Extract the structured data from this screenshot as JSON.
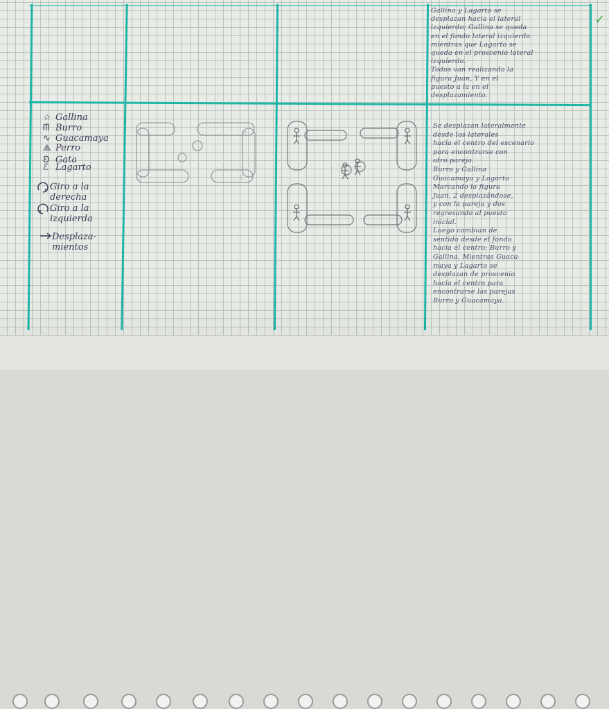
{
  "top_right_note": [
    "Gallina y Lagarto se",
    "desplazan hacia el lateral",
    "izquierdo; Gallina se queda",
    "en el fondo lateral izquierdo",
    "mientras que Lagarto se",
    "queda en el proscenio lateral",
    "izquierdo.",
    "Todos van realizando la",
    "figura Juan, Y en el",
    "puesto a la en el",
    "desplazamiento."
  ],
  "legend": [
    {
      "icon": "star-icon",
      "glyph": "☆",
      "label": "Gallina"
    },
    {
      "icon": "donkey-icon",
      "glyph": "ᗰ",
      "label": "Burro"
    },
    {
      "icon": "parrot-icon",
      "glyph": "∿",
      "label": "Guacamaya"
    },
    {
      "icon": "dog-icon",
      "glyph": "⟁",
      "label": "Perro"
    },
    {
      "icon": "cat-icon",
      "glyph": "Ꞝ",
      "label": "Gata"
    },
    {
      "icon": "lizard-icon",
      "glyph": "ℰ",
      "label": "Lagarto"
    }
  ],
  "turn_right": [
    "Giro a la",
    "derecha"
  ],
  "turn_left": [
    "Giro a la",
    "izquierda"
  ],
  "displacement": [
    "Desplaza-",
    "mientos"
  ],
  "bottom_right_note": [
    "Se desplazan lateralmente",
    "desde los laterales",
    "hacia el centro del escenario",
    "para encontrarse con",
    "otro pareja.",
    "Burro y Gallina",
    "Guacamaya y Lagarto",
    "Marcando la figura",
    "Juan, 2 desplazándose,",
    "y con la pareja y dos",
    "regresando al puesto",
    "inicial.",
    "Luego cambian de",
    "sentido desde el fondo",
    "hacia el centro; Burro y",
    "Gallina. Mientras Guaca-",
    "maya y Lagarto se",
    "desplazan de proscenio",
    "hacia el centro para",
    "encontrarse las parejas",
    "Burro y Guacamaya."
  ],
  "colors": {
    "grid_line": "#1db6a7",
    "ink": "#3f3d56",
    "pencil": "#7a7a80",
    "check": "#3fae4a"
  }
}
